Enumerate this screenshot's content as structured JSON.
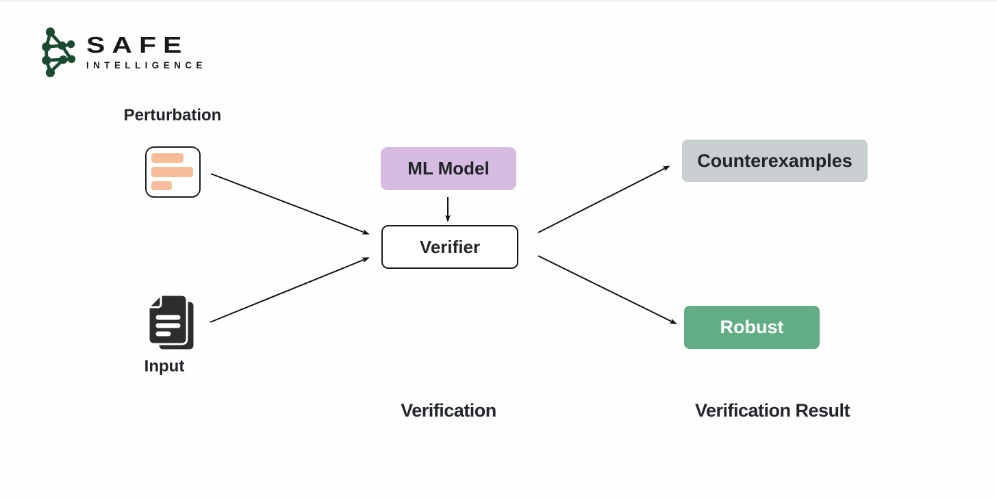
{
  "logo": {
    "brand": "SAFE",
    "brand_sub": "INTELLIGENCE",
    "icon": "network-graph-logo-icon",
    "icon_color": "#1c4a31"
  },
  "diagram": {
    "inputs": {
      "perturbation_label": "Perturbation",
      "perturbation_icon": "perturbation-bars-icon",
      "input_label": "Input",
      "input_icon": "document-stack-icon"
    },
    "nodes": {
      "ml_model": {
        "label": "ML Model"
      },
      "verifier": {
        "label": "Verifier"
      },
      "counterexamples": {
        "label": "Counterexamples"
      },
      "robust": {
        "label": "Robust"
      }
    },
    "stage_labels": {
      "verification": "Verification",
      "verification_result": "Verification Result"
    },
    "arrows": [
      "perturbation-to-verifier",
      "input-to-verifier",
      "ml-model-to-verifier",
      "verifier-to-counterexamples",
      "verifier-to-robust"
    ],
    "colors": {
      "ml_model_bg": "#d6bce1",
      "counterexamples_bg": "#c9ced1",
      "robust_bg": "#63ad86",
      "robust_text": "#ffffff",
      "perturbation_bar": "#f7bc98",
      "document_icon": "#2e2d2b",
      "arrow": "#111111",
      "dark_text": "#212529"
    }
  }
}
